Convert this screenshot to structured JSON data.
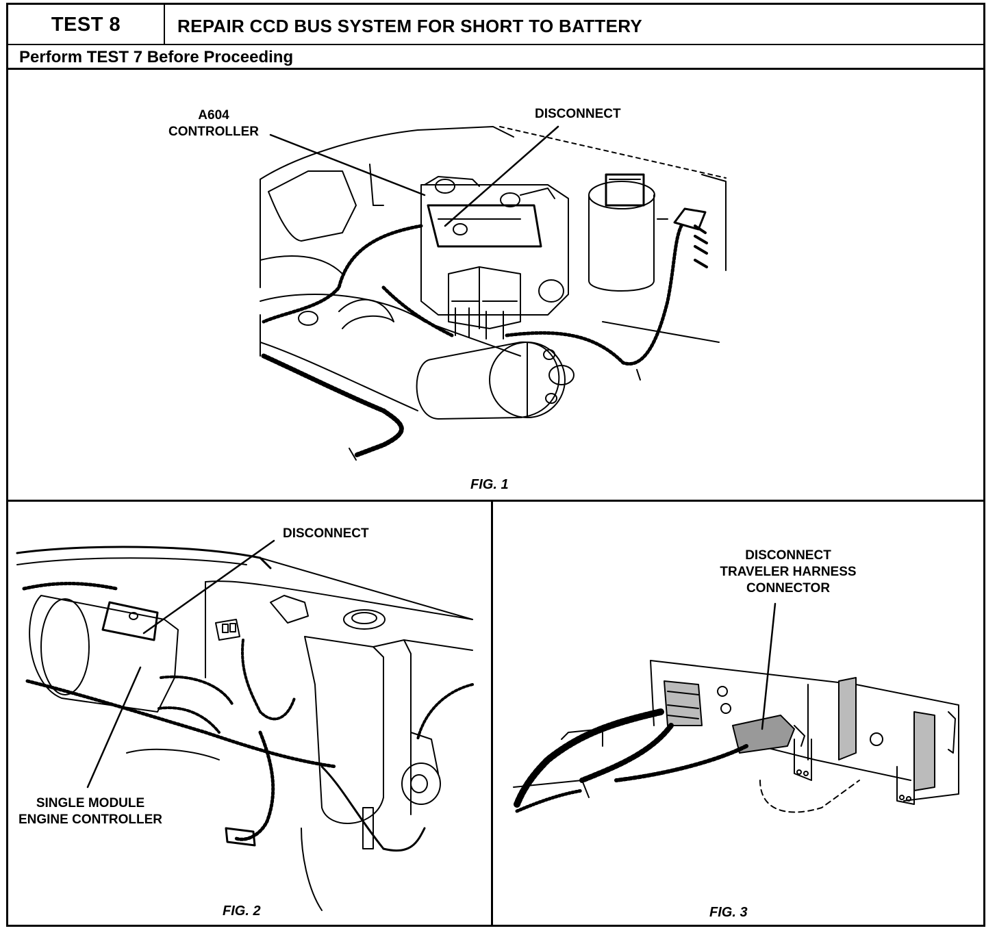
{
  "header": {
    "test_label": "TEST 8",
    "title": "REPAIR CCD BUS SYSTEM FOR SHORT TO BATTERY",
    "subtitle": "Perform TEST 7 Before Proceeding"
  },
  "fig1": {
    "caption": "FIG. 1",
    "label_controller_line1": "A604",
    "label_controller_line2": "CONTROLLER",
    "label_disconnect": "DISCONNECT"
  },
  "fig2": {
    "caption": "FIG. 2",
    "label_disconnect": "DISCONNECT",
    "label_module_line1": "SINGLE MODULE",
    "label_module_line2": "ENGINE CONTROLLER"
  },
  "fig3": {
    "caption": "FIG. 3",
    "label_line1": "DISCONNECT",
    "label_line2": "TRAVELER HARNESS",
    "label_line3": "CONNECTOR"
  }
}
